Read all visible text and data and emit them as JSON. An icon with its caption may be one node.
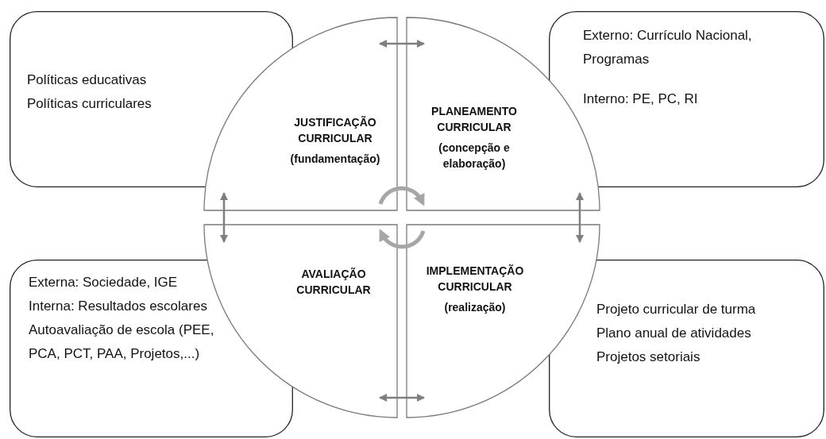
{
  "diagram": {
    "nodes": [
      {
        "text": [
          "Políticas educativas",
          "Políticas curriculares"
        ]
      },
      {
        "text": [
          "Externo: Currículo Nacional, Programas",
          "Interno: PE, PC, RI"
        ]
      },
      {
        "text": [
          "Externa: Sociedade, IGE",
          "Interna: Resultados escolares",
          "Autoavaliação de escola (PEE, PCA, PCT, PAA, Projetos,...)"
        ]
      },
      {
        "text": [
          "Projeto curricular de turma",
          "Plano anual de atividades",
          "Projetos setoriais"
        ]
      },
      {
        "text": [
          "JUSTIFICAÇÃO CURRICULAR",
          "(fundamentação)"
        ]
      },
      {
        "text": [
          "PLANEAMENTO CURRICULAR",
          "(concepção e elaboração)"
        ]
      },
      {
        "text": [
          "AVALIAÇÃO CURRICULAR"
        ]
      },
      {
        "text": [
          "IMPLEMENTAÇÃO CURRICULAR",
          "(realização)"
        ]
      }
    ],
    "edges": [
      {
        "from": 4,
        "to": 5,
        "arrow": "both"
      },
      {
        "from": 4,
        "to": 6,
        "arrow": "both"
      },
      {
        "from": 5,
        "to": 7,
        "arrow": "both"
      },
      {
        "from": 6,
        "to": 7,
        "arrow": "both"
      },
      {
        "from": 4,
        "to": 5,
        "arrow": "to",
        "style": "thick",
        "color": "#a6a6a6"
      },
      {
        "from": 7,
        "to": 6,
        "arrow": "to",
        "style": "thick",
        "color": "#a6a6a6"
      }
    ]
  }
}
